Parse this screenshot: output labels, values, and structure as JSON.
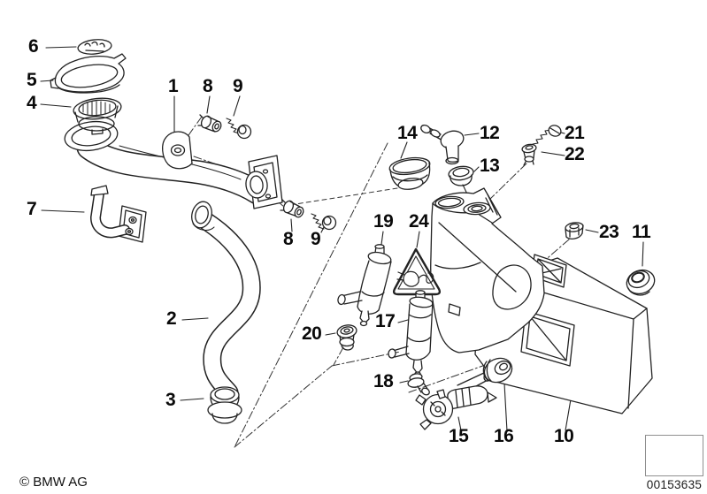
{
  "diagram": {
    "type": "exploded-parts-diagram",
    "callout_numbers": [
      "1",
      "2",
      "3",
      "4",
      "5",
      "6",
      "7",
      "8",
      "9",
      "10",
      "11",
      "12",
      "13",
      "14",
      "15",
      "16",
      "17",
      "18",
      "19",
      "20",
      "21",
      "22",
      "23",
      "24"
    ],
    "warning_symbol": "unplug-electrical-connector-triangle"
  },
  "labels": [
    "6",
    "5",
    "4",
    "1",
    "8",
    "9",
    "7",
    "2",
    "3",
    "8",
    "9",
    "14",
    "12",
    "13",
    "21",
    "22",
    "19",
    "24",
    "23",
    "11",
    "17",
    "20",
    "18",
    "15",
    "16",
    "10"
  ],
  "footer": {
    "copyright": "© BMW AG",
    "image_number": "00153635"
  }
}
